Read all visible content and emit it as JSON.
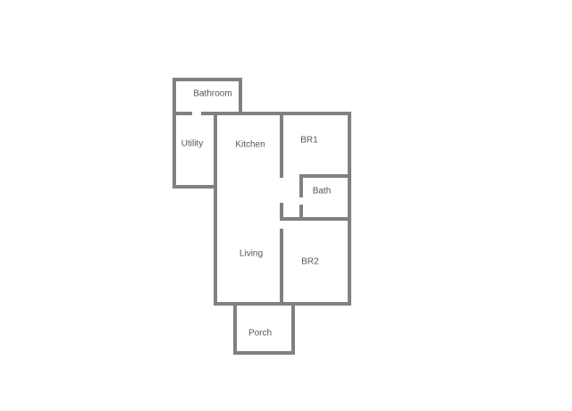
{
  "rooms": {
    "bathroom": "Bathroom",
    "utility": "Utility",
    "kitchen": "Kitchen",
    "br1": "BR1",
    "bath": "Bath",
    "living": "Living",
    "br2": "BR2",
    "porch": "Porch"
  },
  "colors": {
    "wall": "#808080",
    "label": "#555555",
    "background": "#ffffff"
  }
}
